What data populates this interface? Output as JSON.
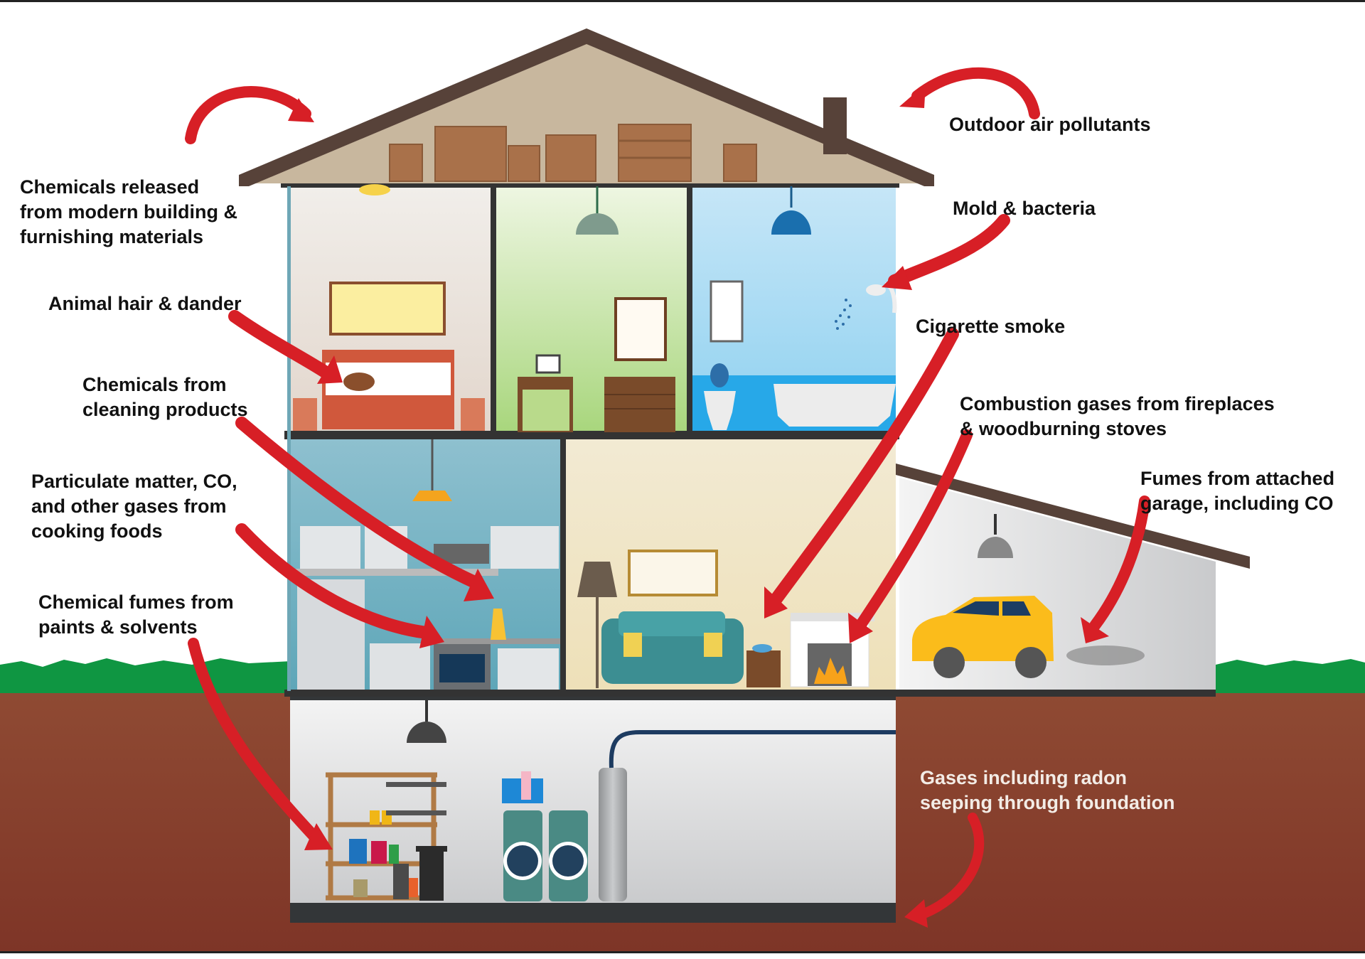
{
  "diagram": {
    "title": "Indoor air pollution sources in the home",
    "colors": {
      "arrow_red": "#d71f26",
      "arrow_blue": "#3a9ad9",
      "roof": "#574239",
      "attic_fill": "#c8b79e",
      "grass": "#0f9642",
      "soil": "#87402e",
      "wall_dark": "#333333",
      "car": "#fbbc1b"
    },
    "labels": {
      "outdoor_air": "Outdoor air pollutants",
      "building_materials": "Chemicals released\nfrom modern building &\nfurnishing materials",
      "mold": "Mold & bacteria",
      "animal": "Animal hair & dander",
      "cigarette": "Cigarette smoke",
      "cleaning": "Chemicals from\ncleaning products",
      "combustion": "Combustion gases from fireplaces\n& woodburning stoves",
      "cooking": "Particulate matter, CO,\nand other gases from\ncooking foods",
      "garage": "Fumes from attached\ngarage, including CO",
      "paints": "Chemical fumes from\npaints & solvents",
      "radon": "Gases including radon\nseeping through foundation"
    },
    "rooms": [
      "attic",
      "bedroom",
      "office",
      "bathroom",
      "kitchen",
      "living-room",
      "garage",
      "basement"
    ]
  }
}
